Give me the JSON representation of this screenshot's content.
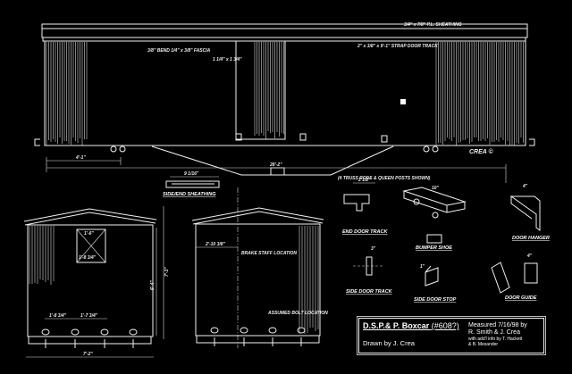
{
  "drawing": {
    "side_elevation": {
      "roof_label": "3/4\" x 7/8\" P.L. SHEATHING",
      "fascia_label": "3/8\" BEND 1/4\" x 3/8\" FASCIA",
      "door_label": "1 1/4\" x 1 3/4\"",
      "track_label": "2\" x 3/8\" x 9'-1\" STRAP DOOR TRACK",
      "truss_label": "(4 TRUSS RODS & QUEEN POSTS SHOWN)",
      "dim_end": "4'-1\"",
      "dim_overall": "28'-2\"",
      "signature": "CREA ©"
    },
    "sheathing_detail": {
      "dim": "9 1/16\"",
      "caption": "SIDE/END SHEATHING"
    },
    "end_view_left": {
      "window_top": "1'-6\"",
      "window_bottom": "1'-8 3/4\"",
      "dim_a": "1'-8 3/4\"",
      "dim_b": "1'-7 3/4\"",
      "height_inner": "6'-4\"",
      "height_outer": "7'-3\"",
      "width": "7'-2\""
    },
    "end_view_right": {
      "dim": "2'-10 3/8\"",
      "brake_label": "BRAKE STAFF LOCATION",
      "bolt_label": "ASSUMED BOLT LOCATION"
    },
    "details": [
      {
        "caption": "END DOOR TRACK",
        "dim": "2 1/2\""
      },
      {
        "caption": "BUMPER SHOE",
        "dim": "10\""
      },
      {
        "caption": "DOOR HANGER",
        "dim": "4\""
      },
      {
        "caption": "SIDE DOOR TRACK",
        "dim": "3\""
      },
      {
        "caption": "SIDE DOOR STOP",
        "dim": "1\""
      },
      {
        "caption": "DOOR GUIDE",
        "dim": "4\""
      }
    ],
    "title_block": {
      "title": "D.S.P.& P. Boxcar",
      "number": "(#608?)",
      "drawn_by": "Drawn by J. Crea",
      "measured": "Measured 7/16/98 by",
      "measured_by": "R. Smith  &  J. Crea",
      "addl_1": "with add'l info by T. Hackett",
      "addl_2": "& B. Mesander"
    },
    "colors": {
      "background": "#000000",
      "line": "#f2f2f2"
    }
  }
}
